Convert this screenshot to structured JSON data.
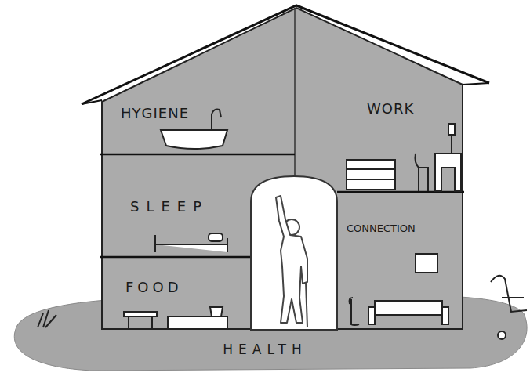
{
  "diagram": {
    "nodes": [
      {
        "text": [
          "HYGIENE"
        ]
      },
      {
        "text": [
          "WORK"
        ]
      },
      {
        "text": [
          "SLEEP"
        ]
      },
      {
        "text": [
          "CONNECTION"
        ]
      },
      {
        "text": [
          "FOOD"
        ]
      },
      {
        "text": [
          "HEALTH"
        ]
      }
    ]
  }
}
